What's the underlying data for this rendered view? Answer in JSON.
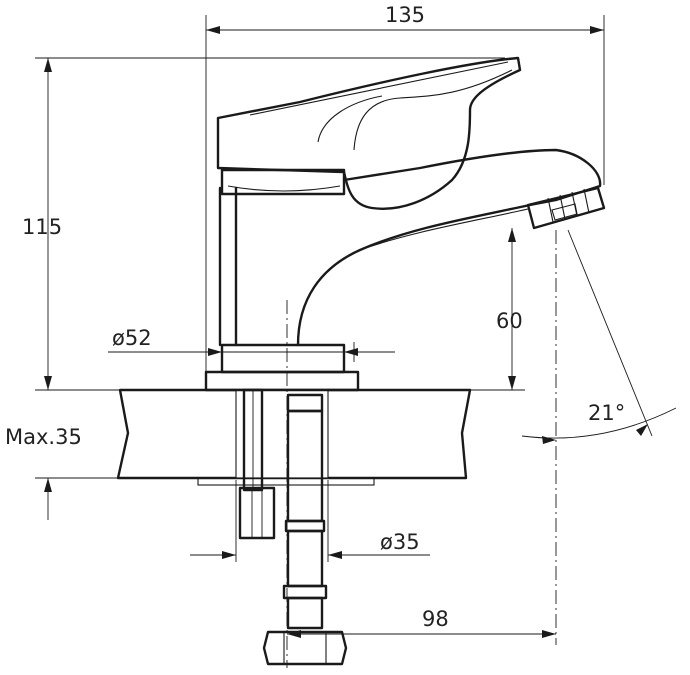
{
  "drawing": {
    "subject": "basin-faucet-technical-drawing",
    "dimensions": {
      "overall_width": "135",
      "overall_height": "115",
      "spout_height": "60",
      "base_diameter": "ø52",
      "max_countertop": "Max.35",
      "hole_diameter": "ø35",
      "spout_reach": "98",
      "spout_angle": "21°"
    }
  }
}
